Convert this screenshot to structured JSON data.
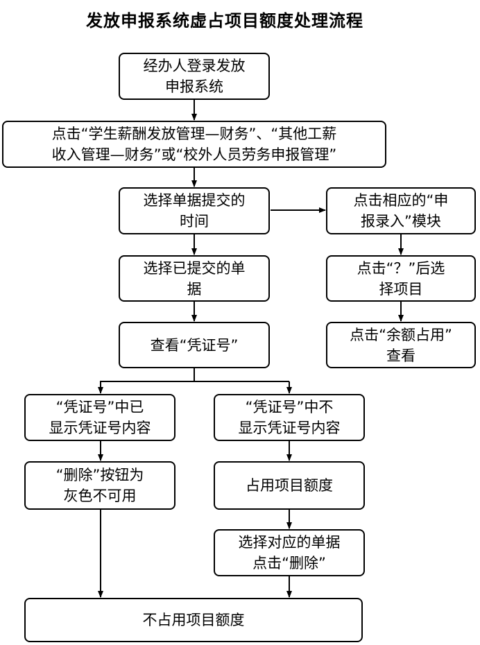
{
  "title": "发放申报系统虚占项目额度处理流程",
  "nodes": {
    "login": "经办人登录发放\n申报系统",
    "click_modules": "点击“学生薪酬发放管理—财务”、“其他工薪\n收入管理—财务”或“校外人员劳务申报管理”",
    "select_time": "选择单据提交的\n时间",
    "select_submitted": "选择已提交的单\n据",
    "view_voucher": "查看“凭证号”",
    "click_entry_module": "点击相应的“申\n报录入”模块",
    "click_question": "点击“？”后选\n择项目",
    "view_balance": "点击“余额占用”\n查看",
    "voucher_shown": "“凭证号”中已\n显示凭证号内容",
    "voucher_not_shown": "“凭证号”中不\n显示凭证号内容",
    "delete_gray": "“删除”按钮为\n灰色不可用",
    "occupy_quota": "占用项目额度",
    "select_delete": "选择对应的单据\n点击“删除”",
    "not_occupy": "不占用项目额度"
  }
}
